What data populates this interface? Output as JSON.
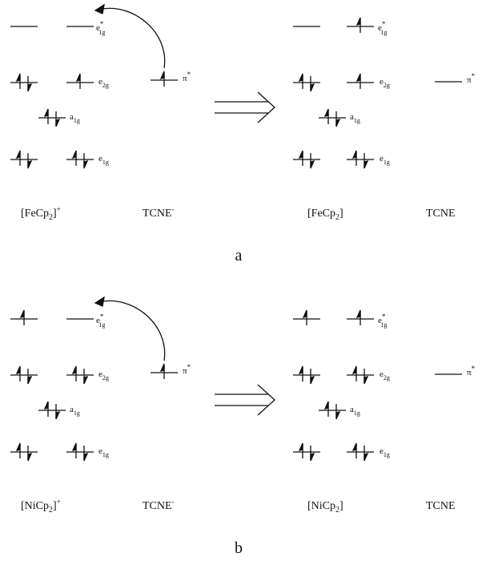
{
  "panels": [
    {
      "letter": "a",
      "left_caption": {
        "main": "[FeCp",
        "sub": "2",
        "tail": "]",
        "sup": "+"
      },
      "left_tcne": {
        "main": "TCNE",
        "sup": "-"
      },
      "right_caption": {
        "main": "[FeCp",
        "sub": "2",
        "tail": "]"
      },
      "right_tcne": {
        "main": "TCNE"
      },
      "left": {
        "e1g_star": {
          "base": "e",
          "sub": "1g",
          "sup": "*",
          "spins_left": "none",
          "spins_right": "none"
        },
        "e2g": {
          "base": "e",
          "sub": "2g",
          "spins_left": "pair",
          "spins_right": "up"
        },
        "a1g": {
          "base": "a",
          "sub": "1g",
          "spins": "pair"
        },
        "e1g": {
          "base": "e",
          "sub": "1g",
          "spins_left": "pair",
          "spins_right": "pair"
        },
        "pi_star": {
          "base": "π",
          "sup": "*",
          "spins": "up"
        }
      },
      "right": {
        "e1g_star": {
          "base": "e",
          "sub": "1g",
          "sup": "*",
          "spins_left": "none",
          "spins_right": "up"
        },
        "e2g": {
          "base": "e",
          "sub": "2g",
          "spins_left": "pair",
          "spins_right": "up"
        },
        "a1g": {
          "base": "a",
          "sub": "1g",
          "spins": "pair"
        },
        "e1g": {
          "base": "e",
          "sub": "1g",
          "spins_left": "pair",
          "spins_right": "pair"
        },
        "pi_star": {
          "base": "π",
          "sup": "*",
          "spins": "none"
        }
      }
    },
    {
      "letter": "b",
      "left_caption": {
        "main": "[NiCp",
        "sub": "2",
        "tail": "]",
        "sup": "+"
      },
      "left_tcne": {
        "main": "TCNE",
        "sup": "-"
      },
      "right_caption": {
        "main": "[NiCp",
        "sub": "2",
        "tail": "]"
      },
      "right_tcne": {
        "main": "TCNE"
      },
      "left": {
        "e1g_star": {
          "base": "e",
          "sub": "1g",
          "sup": "*",
          "spins_left": "up",
          "spins_right": "none"
        },
        "e2g": {
          "base": "e",
          "sub": "2g",
          "spins_left": "pair",
          "spins_right": "pair"
        },
        "a1g": {
          "base": "a",
          "sub": "1g",
          "spins": "pair"
        },
        "e1g": {
          "base": "e",
          "sub": "1g",
          "spins_left": "pair",
          "spins_right": "pair"
        },
        "pi_star": {
          "base": "π",
          "sup": "*",
          "spins": "up"
        }
      },
      "right": {
        "e1g_star": {
          "base": "e",
          "sub": "1g",
          "sup": "*",
          "spins_left": "up",
          "spins_right": "up"
        },
        "e2g": {
          "base": "e",
          "sub": "2g",
          "spins_left": "pair",
          "spins_right": "pair"
        },
        "a1g": {
          "base": "a",
          "sub": "1g",
          "spins": "pair"
        },
        "e1g": {
          "base": "e",
          "sub": "1g",
          "spins_left": "pair",
          "spins_right": "pair"
        },
        "pi_star": {
          "base": "π",
          "sup": "*",
          "spins": "none"
        }
      }
    }
  ]
}
